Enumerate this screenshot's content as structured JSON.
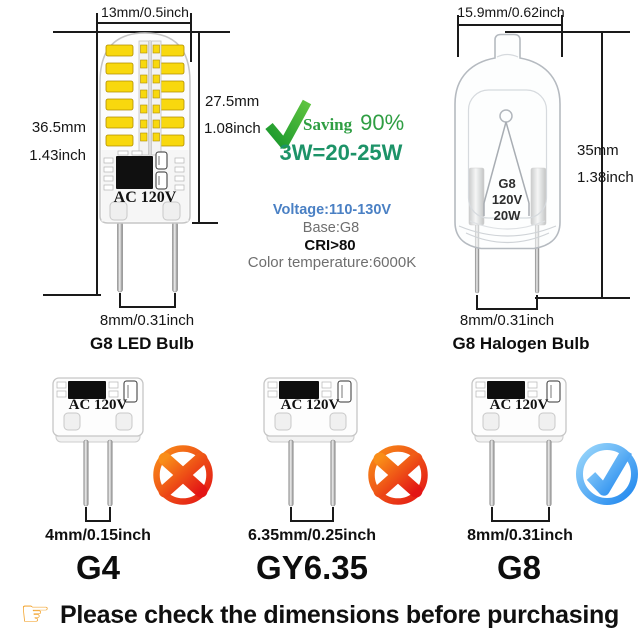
{
  "led": {
    "width": "13mm/0.5inch",
    "height_mm": "36.5mm",
    "height_in": "1.43inch",
    "body_mm": "27.5mm",
    "body_in": "1.08inch",
    "print": "AC 120V",
    "pin_distance": "8mm/0.31inch",
    "name": "G8 LED Bulb"
  },
  "halogen": {
    "width": "15.9mm/0.62inch",
    "height_mm": "35mm",
    "height_in": "1.38inch",
    "print": [
      "G8",
      "120V",
      "20W"
    ],
    "pin_distance": "8mm/0.31inch",
    "name": "G8 Halogen Bulb"
  },
  "specs": {
    "saving_word": "Saving",
    "saving_pct": "90%",
    "wattage": "3W=20-25W",
    "voltage": "Voltage:110-130V",
    "base": "Base:G8",
    "cri": "CRI>80",
    "color_temp": "Color temperature:6000K"
  },
  "bases": [
    {
      "name": "G4",
      "pin_distance": "4mm/0.15inch",
      "print": "AC 120V",
      "compatible": false
    },
    {
      "name": "GY6.35",
      "pin_distance": "6.35mm/0.25inch",
      "print": "AC 120V",
      "compatible": false
    },
    {
      "name": "G8",
      "pin_distance": "8mm/0.31inch",
      "print": "AC 120V",
      "compatible": true
    }
  ],
  "footer": {
    "icon_glyph": "☞",
    "text": "Please check the dimensions before purchasing"
  },
  "colors": {
    "line": "#1a1a1a",
    "green": "#2f9e43",
    "teal": "#1d9368",
    "blue-text": "#4a80c4",
    "gray-text": "#6f6f6f",
    "red-1": "#f98d18",
    "red-2": "#e31515",
    "blue-1": "#9bd7fb",
    "blue-2": "#1e86ee",
    "green-1": "#5ec43f",
    "green-2": "#17962c",
    "hand": "#f0960f",
    "chip-yellow": "#f8d80e"
  }
}
